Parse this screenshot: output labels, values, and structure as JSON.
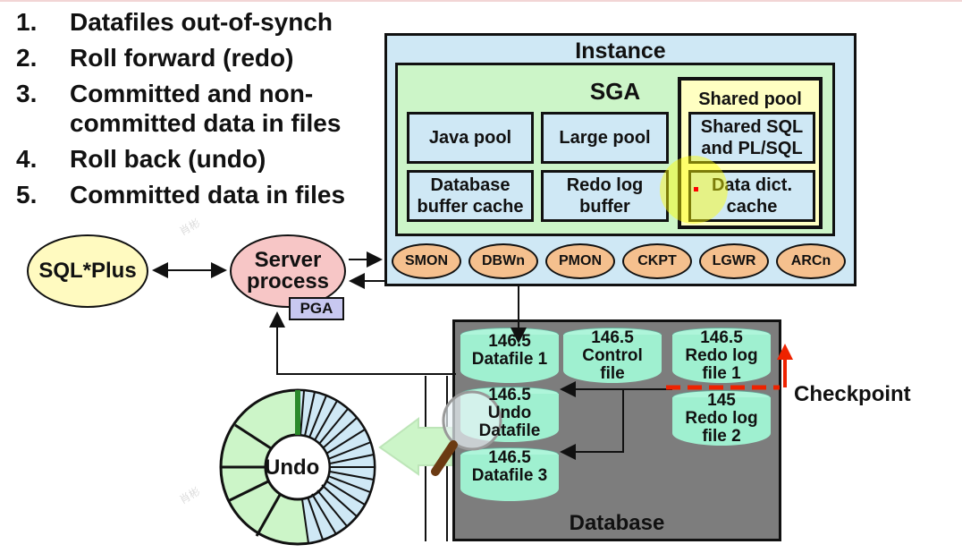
{
  "steps": [
    {
      "num": "1.",
      "text": "Datafiles out-of-synch"
    },
    {
      "num": "2.",
      "text": "Roll forward (redo)"
    },
    {
      "num": "3.",
      "text": "Committed and non-committed data in  files"
    },
    {
      "num": "4.",
      "text": "Roll back (undo)"
    },
    {
      "num": "5.",
      "text": "Committed data in files"
    }
  ],
  "instance": {
    "title": "Instance",
    "sga": {
      "title": "SGA",
      "java_pool": "Java pool",
      "large_pool": "Large pool",
      "db_buffer_cache": "Database buffer cache",
      "redo_log_buffer": "Redo log buffer",
      "shared_pool": {
        "title": "Shared pool",
        "shared_sql": "Shared SQL and PL/SQL",
        "data_dict_cache": "Data dict. cache"
      }
    },
    "processes": [
      "SMON",
      "DBWn",
      "PMON",
      "CKPT",
      "LGWR",
      "ARCn"
    ]
  },
  "sqlplus": "SQL*Plus",
  "server_process": "Server process",
  "pga": "PGA",
  "database": {
    "title": "Database",
    "files": {
      "datafile1": {
        "scn": "146.5",
        "name": "Datafile 1"
      },
      "control": {
        "scn": "146.5",
        "name": "Control file"
      },
      "redo1": {
        "scn": "146.5",
        "name": "Redo log file 1"
      },
      "undo": {
        "scn": "146.5",
        "name": "Undo Datafile"
      },
      "redo2": {
        "scn": "145",
        "name": "Redo log file 2"
      },
      "datafile3": {
        "scn": "146.5",
        "name": "Datafile 3"
      }
    }
  },
  "checkpoint": "Checkpoint",
  "undo_segment": "Undo",
  "watermark": "肖彬",
  "colors": {
    "instance_bg": "#cfe8f5",
    "sga_bg": "#ccf5c8",
    "shared_pool_bg": "#ffffc2",
    "process_fill": "#f5c08e",
    "database_bg": "#7d7d7d",
    "file_fill": "#9ff0d0",
    "checkpoint_red": "#ee2200"
  }
}
